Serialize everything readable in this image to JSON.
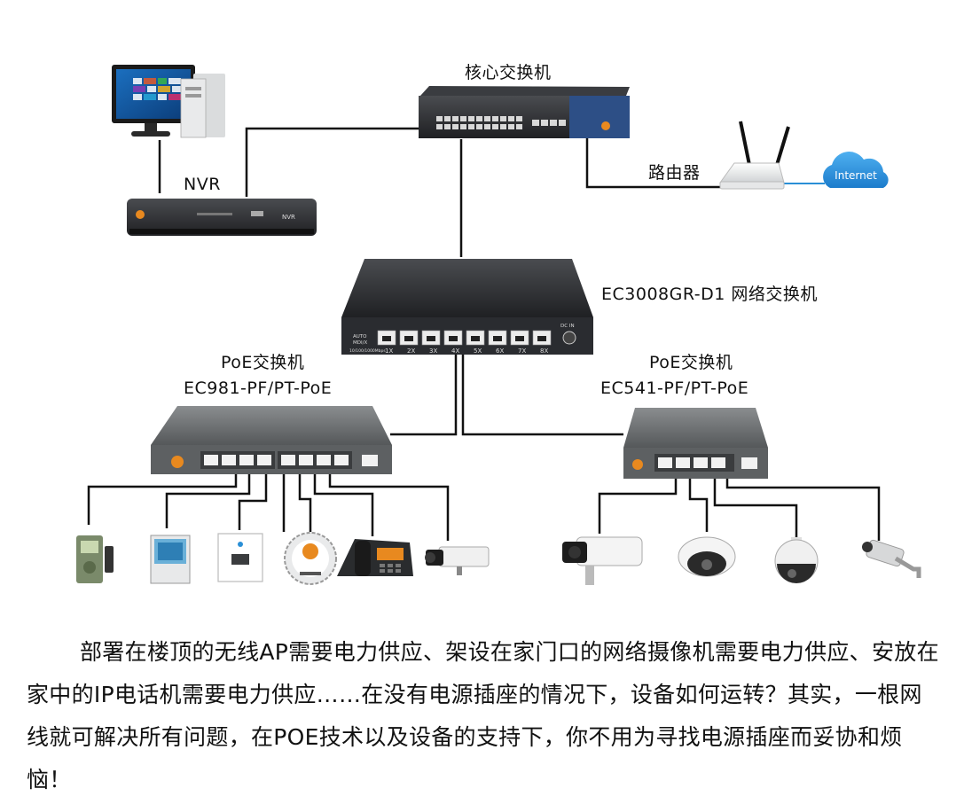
{
  "labels": {
    "core_switch": "核心交换机",
    "router": "路由器",
    "internet": "Internet",
    "nvr": "NVR",
    "nvr_panel": "NVR",
    "ec3008_model": "EC3008GR-D1 网络交换机",
    "poe_left_title": "PoE交换机",
    "poe_left_model": "EC981-PF/PT-PoE",
    "poe_right_title": "PoE交换机",
    "poe_right_model": "EC541-PF/PT-PoE",
    "ec3008_auto": "AUTO",
    "ec3008_mdi": "MDI/X",
    "ec3008_speed": "10/100/1000Mbps",
    "ec3008_dcin": "DC IN",
    "ec3008_ports": [
      "1X",
      "2X",
      "3X",
      "4X",
      "5X",
      "6X",
      "7X",
      "8X"
    ]
  },
  "paragraph": "部署在楼顶的无线AP需要电力供应、架设在家门口的网络摄像机需要电力供应、安放在家中的IP电话机需要电力供应……在没有电源插座的情况下，设备如何运转？其实，一根网线就可解决所有问题，在POE技术以及设备的支持下，你不用为寻找电源插座而妥协和烦恼！",
  "colors": {
    "line": "#111111",
    "cloud": "#2a8fd6",
    "switch_dark": "#2f3136",
    "switch_grey": "#6f7274",
    "core_blue": "#2d4f86",
    "brand_orange": "#e8891f"
  },
  "icons": {
    "pc": "desktop-computer-icon",
    "nvr": "nvr-recorder-icon",
    "core_switch": "rack-switch-icon",
    "router": "wifi-router-icon",
    "cloud": "internet-cloud-icon",
    "ec3008": "network-switch-icon",
    "poe_left": "poe-switch-9port-icon",
    "poe_right": "poe-switch-5port-icon",
    "left_devices": [
      "access-control-terminal-icon",
      "wall-panel-icon",
      "wall-ap-icon",
      "ceiling-ap-icon",
      "ip-phone-icon",
      "box-camera-icon"
    ],
    "right_devices": [
      "bullet-camera-icon",
      "dome-camera-icon",
      "ptz-camera-icon",
      "wall-mount-camera-icon"
    ]
  }
}
